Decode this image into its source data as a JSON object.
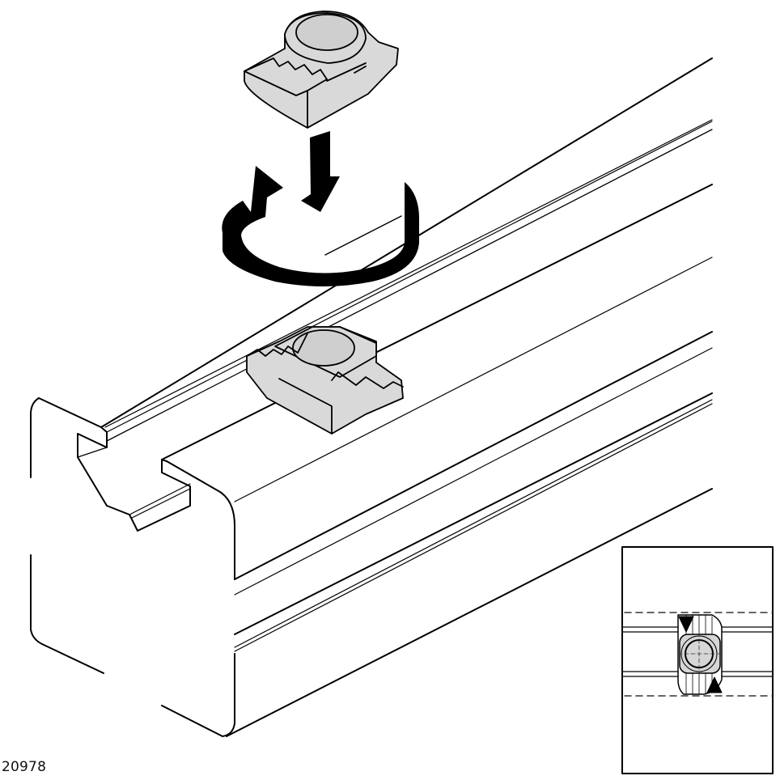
{
  "figure": {
    "reference_number": "20978",
    "description": "Insertion of a T-slot nut into an aluminium profile groove: nut is placed from above and rotated 90 degrees to lock into the slot",
    "colors": {
      "line": "#000000",
      "part_fill": "#d9d9d9",
      "background": "#ffffff",
      "dash": "#333333"
    }
  },
  "elements": {
    "top_nut": "T-slot nut (before insertion)",
    "down_arrow": "insert downward",
    "rotation_arrow": "rotate clockwise 90 degrees",
    "seated_nut": "T-slot nut seated in groove",
    "profile": "aluminium extrusion profile",
    "detail_inset": "top view: nut aligned between groove edges with alignment triangles"
  }
}
